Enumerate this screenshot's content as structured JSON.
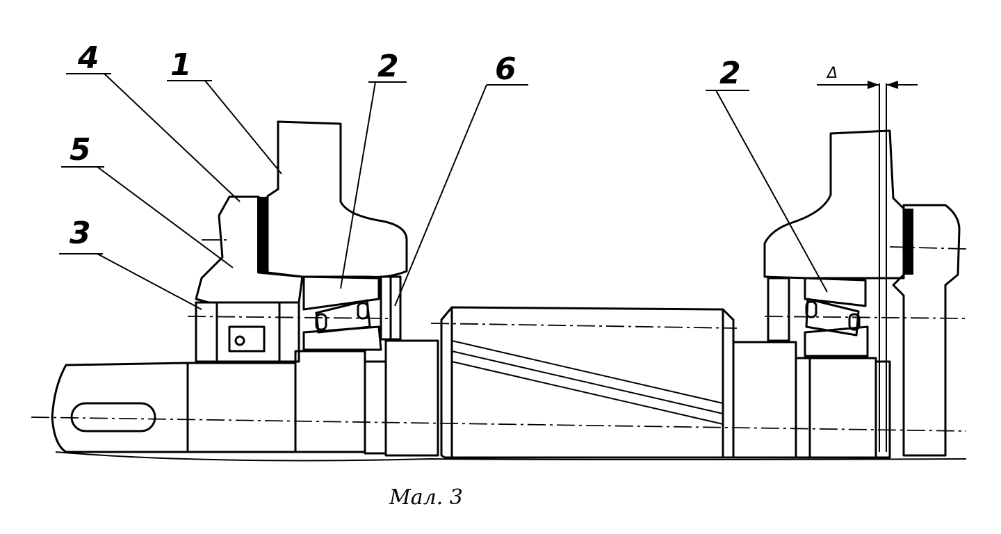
{
  "caption": "Мал. 3",
  "labels": {
    "l4": "4",
    "l1": "1",
    "l2_left": "2",
    "l6": "6",
    "l5": "5",
    "l3": "3",
    "l2_right": "2",
    "delta": "Δ"
  },
  "colors": {
    "ink": "#000000",
    "paper": "#ffffff"
  }
}
